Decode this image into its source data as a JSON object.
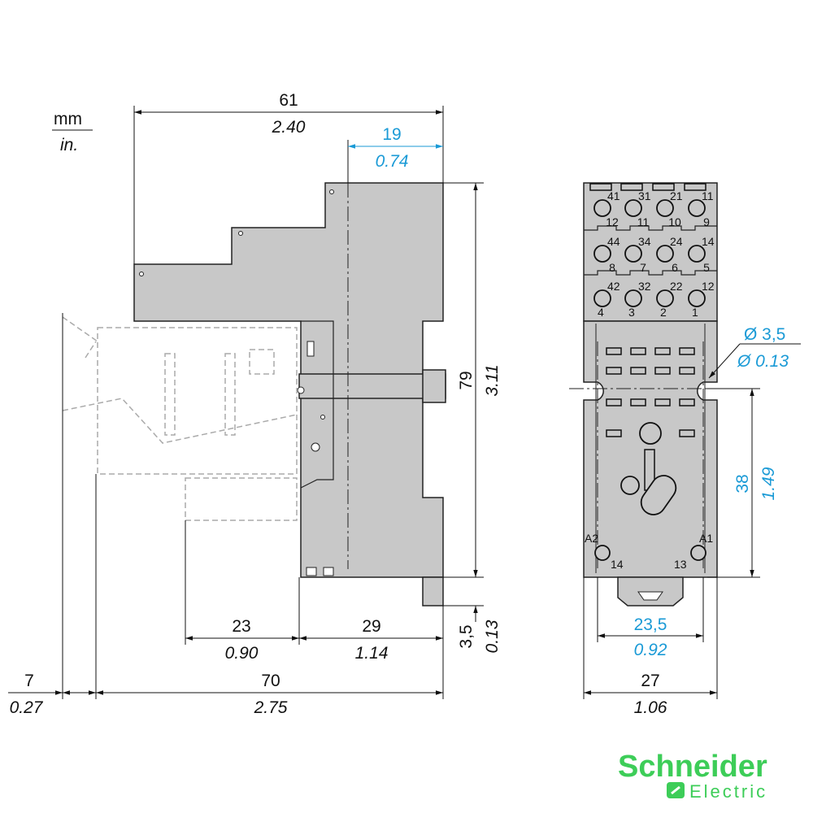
{
  "units": {
    "mm": "mm",
    "in": "in."
  },
  "colors": {
    "body": "#c8c8c8",
    "accent": "#1a9ad6",
    "brand": "#3dcd58"
  },
  "dims": {
    "width_top": {
      "mm": "61",
      "in": "2.40"
    },
    "offset_top": {
      "mm": "19",
      "in": "0.74"
    },
    "height": {
      "mm": "79",
      "in": "3.11"
    },
    "clip": {
      "mm": "3,5",
      "in": "0.13"
    },
    "relay_part": {
      "mm": "23",
      "in": "0.90"
    },
    "base_part": {
      "mm": "29",
      "in": "1.14"
    },
    "total": {
      "mm": "70",
      "in": "2.75"
    },
    "overhang": {
      "mm": "7",
      "in": "0.27"
    },
    "hole_spacing_v": {
      "mm": "38",
      "in": "1.49"
    },
    "hole_spacing_h": {
      "mm": "23,5",
      "in": "0.92"
    },
    "front_width": {
      "mm": "27",
      "in": "1.06"
    },
    "hole_diameter": {
      "mm": "Ø 3,5",
      "in": "Ø 0.13"
    }
  },
  "terminals": {
    "row1": [
      {
        "top": "41",
        "bottom": "12"
      },
      {
        "top": "31",
        "bottom": "11"
      },
      {
        "top": "21",
        "bottom": "10"
      },
      {
        "top": "11",
        "bottom": "9"
      }
    ],
    "row2": [
      {
        "top": "44",
        "bottom": "8"
      },
      {
        "top": "34",
        "bottom": "7"
      },
      {
        "top": "24",
        "bottom": "6"
      },
      {
        "top": "14",
        "bottom": "5"
      }
    ],
    "row3": [
      {
        "top": "42",
        "bottom": "4"
      },
      {
        "top": "32",
        "bottom": "3"
      },
      {
        "top": "22",
        "bottom": "2"
      },
      {
        "top": "12",
        "bottom": "1"
      }
    ],
    "coil": {
      "a2": "A2",
      "a1": "A1",
      "t14": "14",
      "t13": "13"
    }
  },
  "logo": {
    "line1": "Schneider",
    "line2": "Electric"
  }
}
